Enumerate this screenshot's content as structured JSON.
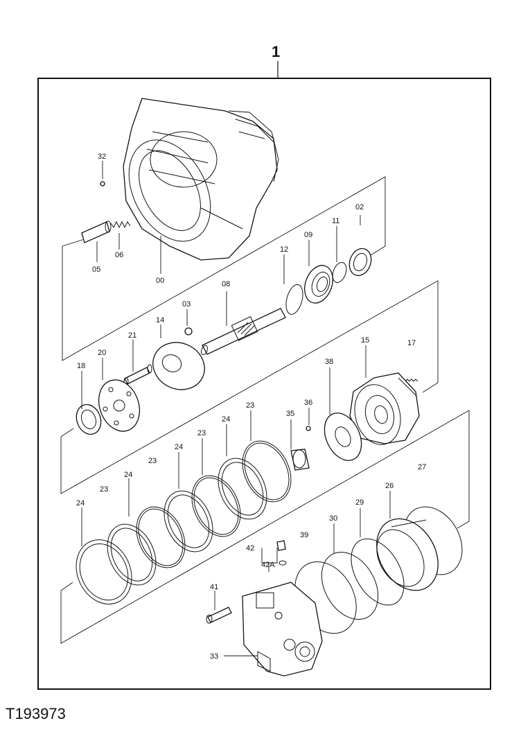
{
  "assembly_number": "1",
  "figure_id": "T193973",
  "parts": [
    {
      "key": "32",
      "label": "32",
      "name": "pin"
    },
    {
      "key": "05",
      "label": "05",
      "name": "piston"
    },
    {
      "key": "06",
      "label": "06",
      "name": "spring"
    },
    {
      "key": "00",
      "label": "00",
      "name": "housing"
    },
    {
      "key": "02",
      "label": "02",
      "name": "seal"
    },
    {
      "key": "11",
      "label": "11",
      "name": "snap-ring"
    },
    {
      "key": "09",
      "label": "09",
      "name": "bearing"
    },
    {
      "key": "12",
      "label": "12",
      "name": "snap-ring"
    },
    {
      "key": "08",
      "label": "08",
      "name": "shaft"
    },
    {
      "key": "03",
      "label": "03",
      "name": "ball"
    },
    {
      "key": "14",
      "label": "14",
      "name": "swash-plate"
    },
    {
      "key": "21",
      "label": "21",
      "name": "pin"
    },
    {
      "key": "20",
      "label": "20",
      "name": "retainer-plate"
    },
    {
      "key": "18",
      "label": "18",
      "name": "ball-guide"
    },
    {
      "key": "15",
      "label": "15",
      "name": "cylinder-block"
    },
    {
      "key": "17",
      "label": "17",
      "name": "spring"
    },
    {
      "key": "38",
      "label": "38",
      "name": "valve-plate"
    },
    {
      "key": "36",
      "label": "36",
      "name": "pin"
    },
    {
      "key": "35",
      "label": "35",
      "name": "bearing"
    },
    {
      "key": "23a",
      "label": "23",
      "name": "plate"
    },
    {
      "key": "24a",
      "label": "24",
      "name": "disc"
    },
    {
      "key": "23b",
      "label": "23",
      "name": "plate"
    },
    {
      "key": "23c",
      "label": "23",
      "name": "plate"
    },
    {
      "key": "24b",
      "label": "24",
      "name": "disc"
    },
    {
      "key": "23d",
      "label": "23",
      "name": "plate"
    },
    {
      "key": "24c",
      "label": "24",
      "name": "disc"
    },
    {
      "key": "24d",
      "label": "24",
      "name": "disc"
    },
    {
      "key": "27",
      "label": "27",
      "name": "o-ring"
    },
    {
      "key": "26",
      "label": "26",
      "name": "brake-piston"
    },
    {
      "key": "29",
      "label": "29",
      "name": "o-ring"
    },
    {
      "key": "30",
      "label": "30",
      "name": "o-ring"
    },
    {
      "key": "39",
      "label": "39",
      "name": "o-ring"
    },
    {
      "key": "42",
      "label": "42",
      "name": "plug"
    },
    {
      "key": "42A",
      "label": "42A",
      "name": "o-ring"
    },
    {
      "key": "41",
      "label": "41",
      "name": "bolt"
    },
    {
      "key": "33",
      "label": "33",
      "name": "valve-cover"
    }
  ]
}
